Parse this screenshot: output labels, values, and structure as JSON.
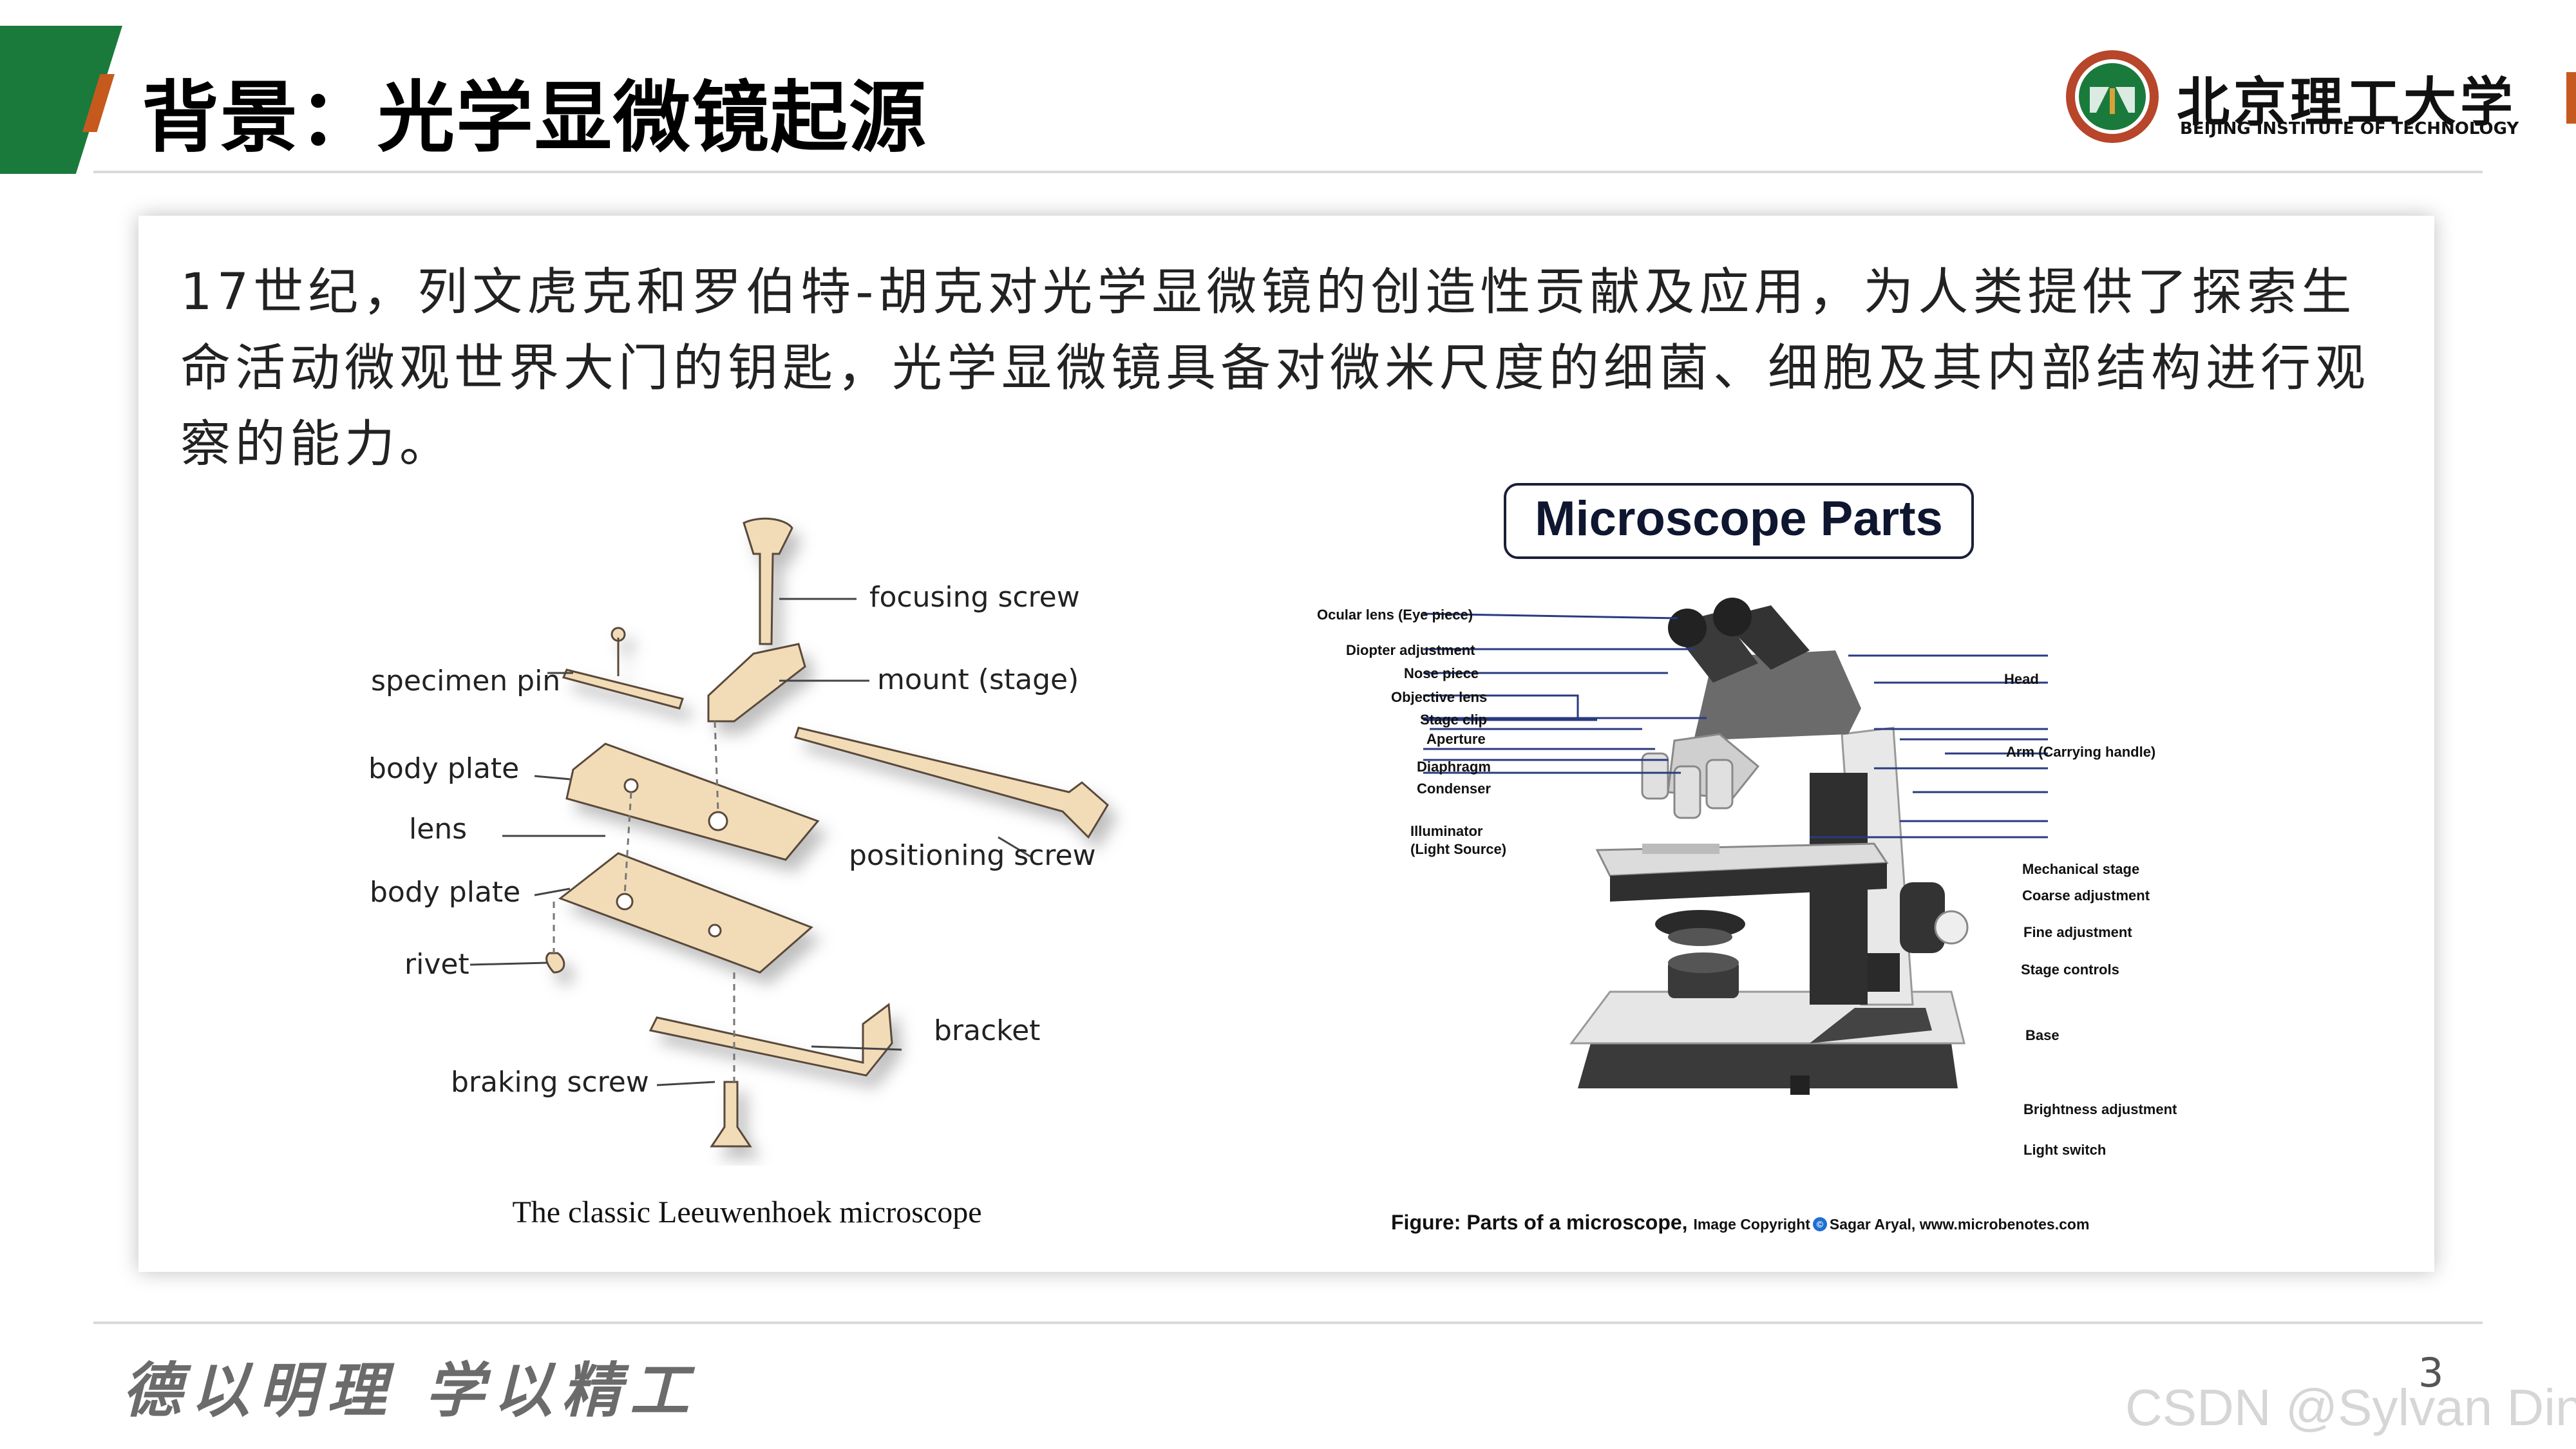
{
  "slide": {
    "title": "背景：光学显微镜起源",
    "page_number": "3"
  },
  "brand": {
    "university_cn": "北京理工大学",
    "university_en": "BEIJING INSTITUTE OF TECHNOLOGY",
    "green": "#1a7a3c",
    "orange": "#c65a1e"
  },
  "intro_text": "17世纪，列文虎克和罗伯特-胡克对光学显微镜的创造性贡献及应用，为人类提供了探索生命活动微观世界大门的钥匙，光学显微镜具备对微米尺度的细菌、细胞及其内部结构进行观察的能力。",
  "leeuwenhoek": {
    "caption": "The classic Leeuwenhoek microscope",
    "labels": {
      "focusing_screw": "focusing screw",
      "mount_stage": "mount (stage)",
      "specimen_pin": "specimen pin",
      "body_plate_top": "body plate",
      "lens": "lens",
      "positioning_screw": "positioning screw",
      "body_plate_bottom": "body plate",
      "rivet": "rivet",
      "bracket": "bracket",
      "braking_screw": "braking screw"
    }
  },
  "microscope_parts": {
    "title": "Microscope Parts",
    "labels_left": {
      "ocular": "Ocular lens (Eye piece)",
      "diopter": "Diopter adjustment",
      "nose": "Nose piece",
      "objective": "Objective lens",
      "stage_clip": "Stage clip",
      "aperture": "Aperture",
      "diaphragm": "Diaphragm",
      "condenser": "Condenser",
      "illuminator": "Illuminator",
      "light_source": "(Light Source)"
    },
    "labels_right": {
      "head": "Head",
      "arm": "Arm (Carrying handle)",
      "mechanical_stage": "Mechanical stage",
      "coarse": "Coarse adjustment",
      "fine": "Fine adjustment",
      "stage_controls": "Stage controls",
      "base": "Base",
      "brightness": "Brightness adjustment",
      "light_switch": "Light switch"
    },
    "caption_main": "Figure: Parts of a microscope,",
    "caption_small_prefix": "Image Copyright",
    "copyright_symbol": "©",
    "caption_small_suffix": "Sagar Aryal, www.microbenotes.com"
  },
  "footer": {
    "motto": "德以明理 学以精工",
    "watermark": "CSDN @Sylvan Ding"
  }
}
